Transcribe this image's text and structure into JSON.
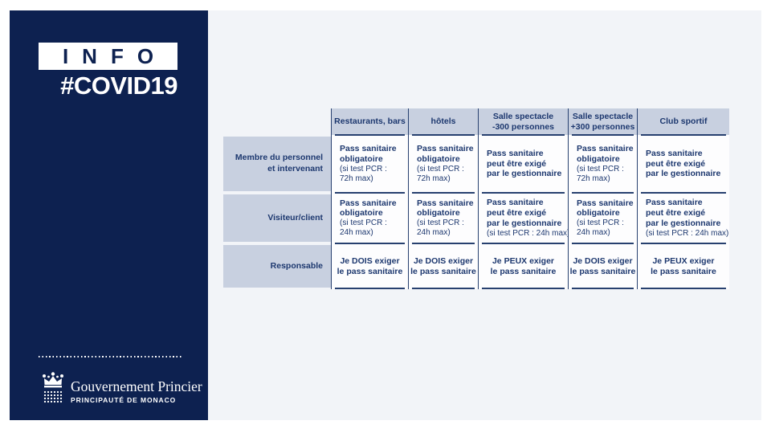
{
  "colors": {
    "sidebar_navy": "#0d2150",
    "table_text_navy": "#1d386f",
    "header_cell_bg": "#c8d0e0",
    "content_bg": "#f2f4f8",
    "line_navy": "#27406f"
  },
  "sidebar": {
    "info_label": "INFO",
    "hashtag": "#COVID19",
    "gov_name": "Gouvernement Princier",
    "gov_sub": "PRINCIPAUTÉ DE MONACO",
    "crown_icon": "monaco-crown-icon"
  },
  "table": {
    "columns": [
      "Restaurants, bars",
      "hôtels",
      "Salle spectacle\n-300 personnes",
      "Salle spectacle\n+300 personnes",
      "Club sportif"
    ],
    "rows": [
      {
        "label": "Membre du personnel\net intervenant",
        "cells": [
          {
            "main": "Pass sanitaire\nobligatoire",
            "note": "(si test PCR :\n72h max)"
          },
          {
            "main": "Pass sanitaire\nobligatoire",
            "note": "(si test PCR :\n72h max)"
          },
          {
            "main": "Pass sanitaire\npeut être exigé\npar le gestionnaire",
            "note": ""
          },
          {
            "main": "Pass sanitaire\nobligatoire",
            "note": "(si test PCR :\n72h max)"
          },
          {
            "main": "Pass sanitaire\npeut être exigé\npar le gestionnaire",
            "note": ""
          }
        ]
      },
      {
        "label": "Visiteur/client",
        "cells": [
          {
            "main": "Pass sanitaire\nobligatoire",
            "note": "(si test PCR :\n24h max)"
          },
          {
            "main": "Pass sanitaire\nobligatoire",
            "note": "(si test PCR :\n24h max)"
          },
          {
            "main": "Pass sanitaire\npeut être exigé\npar le gestionnaire",
            "note": "(si test PCR : 24h max)"
          },
          {
            "main": "Pass sanitaire\nobligatoire",
            "note": "(si test PCR :\n24h max)"
          },
          {
            "main": "Pass sanitaire\npeut être exigé\npar le gestionnaire",
            "note": "(si test PCR : 24h max)"
          }
        ]
      },
      {
        "label": "Responsable",
        "cells": [
          {
            "main": "Je DOIS exiger\nle pass sanitaire",
            "note": ""
          },
          {
            "main": "Je DOIS exiger\nle pass sanitaire",
            "note": ""
          },
          {
            "main": "Je PEUX exiger\nle pass sanitaire",
            "note": ""
          },
          {
            "main": "Je DOIS exiger\nle pass sanitaire",
            "note": ""
          },
          {
            "main": "Je PEUX exiger\nle pass sanitaire",
            "note": ""
          }
        ]
      }
    ]
  }
}
